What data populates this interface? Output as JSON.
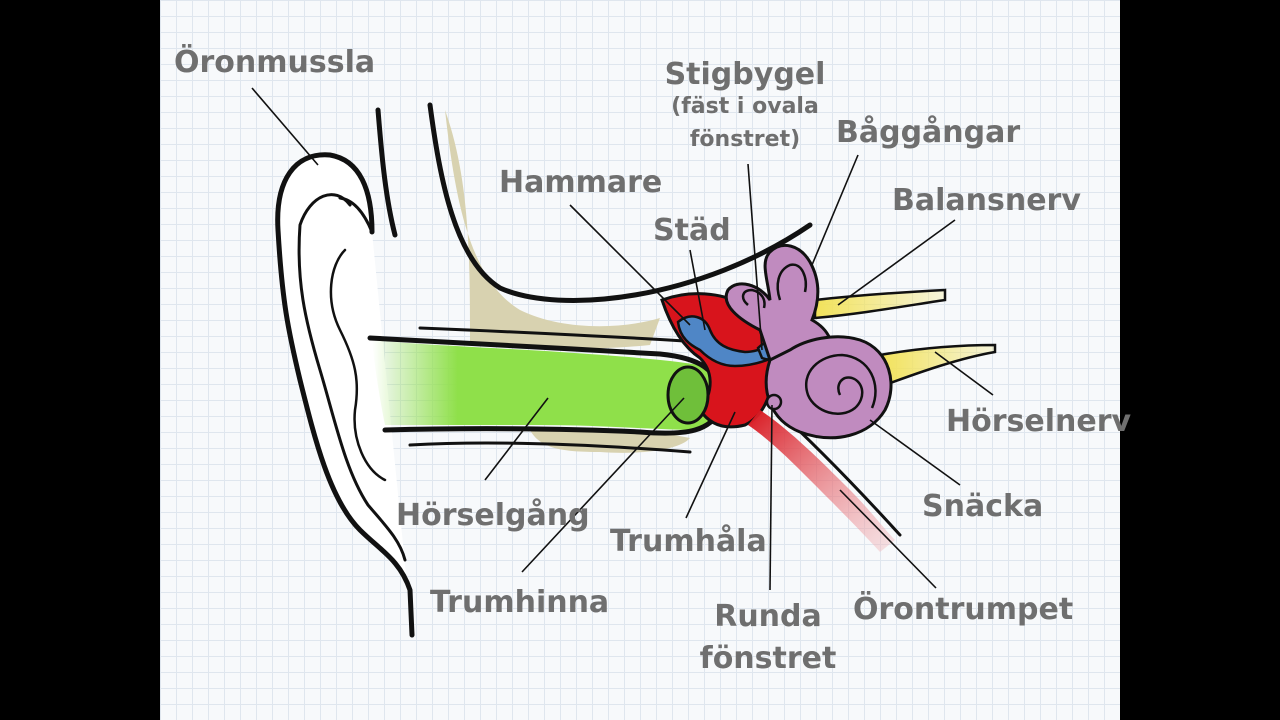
{
  "labels": {
    "oronmussla": "Öronmussla",
    "stigbygel_1": "Stigbygel",
    "stigbygel_2": "(fäst i ovala",
    "stigbygel_3": "fönstret)",
    "baggangar": "Båggångar",
    "hammare": "Hammare",
    "balansnerv": "Balansnerv",
    "stad": "Städ",
    "horselnerv": "Hörselnerv",
    "horselgang": "Hörselgång",
    "snacka": "Snäcka",
    "trumhala": "Trumhåla",
    "trumhinna": "Trumhinna",
    "orontrumpet": "Örontrumpet",
    "runda_1": "Runda",
    "runda_2": "fönstret"
  },
  "colors": {
    "page_background": "#000000",
    "paper": "#f7f9fb",
    "grid": "#dfe6ee",
    "bone": "#d8d2b0",
    "ear_canal": "#8fe04a",
    "eardrum": "#6fbf3a",
    "middle_ear": "#d8141c",
    "ossicles": "#4f86c6",
    "inner_ear": "#c08bbf",
    "nerve": "#f2e25a",
    "eustachian_tube": "#e27a82",
    "label_text": "#6f6f6f"
  }
}
